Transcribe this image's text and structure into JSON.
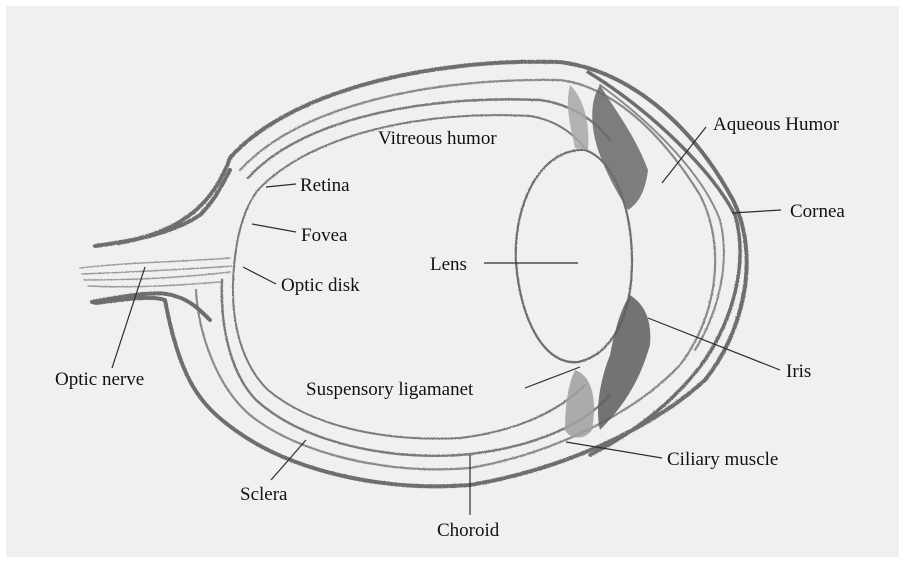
{
  "labels": {
    "vitreous_humor": "Vitreous humor",
    "aqueous_humor": "Aqueous Humor",
    "retina": "Retina",
    "fovea": "Fovea",
    "cornea": "Cornea",
    "lens": "Lens",
    "optic_disk": "Optic disk",
    "optic_nerve": "Optic nerve",
    "iris": "Iris",
    "suspensory_ligament": "Suspensory ligamanet",
    "ciliary_muscle": "Ciliary muscle",
    "sclera": "Sclera",
    "choroid": "Choroid"
  },
  "colors": {
    "paper": "#f0f0f0",
    "pencil": "#6e6e6e",
    "pencil_dark": "#4a4a4a",
    "shading": "#8a8a8a",
    "text": "#111111"
  }
}
